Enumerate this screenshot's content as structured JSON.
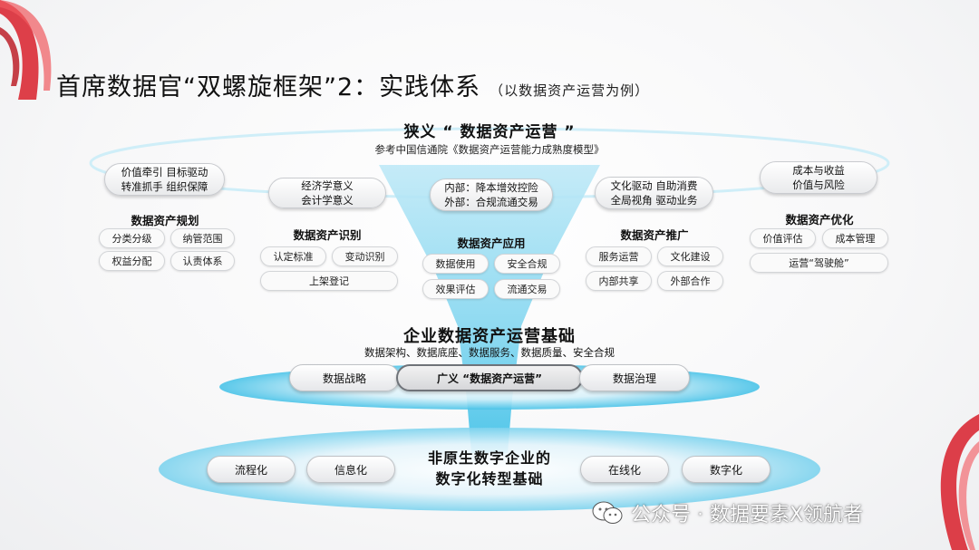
{
  "title": "首席数据官“双螺旋框架”2：实践体系",
  "title_note": "（以数据资产运营为例）",
  "narrow": {
    "title": "狭义 “ 数据资产运营 ”",
    "reference": "参考中国信通院《数据资产运营能力成熟度模型》"
  },
  "columns": [
    {
      "pill": "价值牵引  目标驱动\n转准抓手  组织保障",
      "title": "数据资产规划",
      "tags": [
        "分类分级",
        "纳管范围",
        "权益分配",
        "认责体系"
      ]
    },
    {
      "pill": "经济学意义\n会计学意义",
      "title": "数据资产识别",
      "tags": [
        "认定标准",
        "变动识别",
        "上架登记"
      ]
    },
    {
      "pill": "内部：降本增效控险\n外部：合规流通交易",
      "title": "数据资产应用",
      "tags": [
        "数据使用",
        "安全合规",
        "效果评估",
        "流通交易"
      ]
    },
    {
      "pill": "文化驱动  自助消费\n全局视角  驱动业务",
      "title": "数据资产推广",
      "tags": [
        "服务运营",
        "文化建设",
        "内部共享",
        "外部合作"
      ]
    },
    {
      "pill": "成本与收益\n价值与风险",
      "title": "数据资产优化",
      "tags": [
        "价值评估",
        "成本管理",
        "运营“驾驶舱”"
      ]
    }
  ],
  "foundation": {
    "title": "企业数据资产运营基础",
    "subtitle": "数据架构、数据底座、数据服务、数据质量、安全合规",
    "left": "数据战略",
    "center": "广义 “数据资产运营”",
    "right": "数据治理"
  },
  "base": {
    "title_line1": "非原生数字企业的",
    "title_line2": "数字化转型基础",
    "items": [
      "流程化",
      "信息化",
      "在线化",
      "数字化"
    ]
  },
  "watermark": "公众号 · 数据要素X领航者",
  "colors": {
    "accent_cyan": "#39c3e6",
    "ribbon_red": "#d81f2a"
  }
}
